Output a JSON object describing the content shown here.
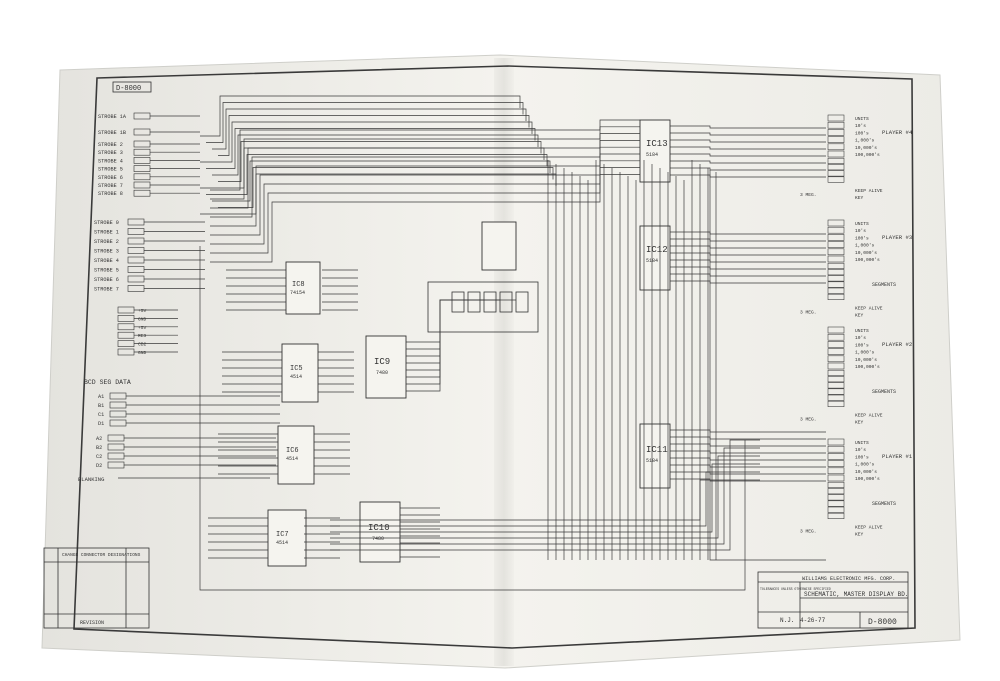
{
  "sheet": {
    "drawing_number_top": "D-8000",
    "drawing_number_bottom": "D-8000",
    "paper_color": "#f2f1ec",
    "ink_color": "#3a3a3a"
  },
  "left_inputs": {
    "strobes_a": [
      "STROBE 1A",
      "STROBE 1B",
      "STROBE 2",
      "STROBE 3",
      "STROBE 4",
      "STROBE 5",
      "STROBE 6",
      "STROBE 7",
      "STROBE 8"
    ],
    "strobes_b": [
      "STROBE 0",
      "STROBE 1",
      "STROBE 2",
      "STROBE 3",
      "STROBE 4",
      "STROBE 5",
      "STROBE 6",
      "STROBE 7"
    ],
    "signals": [
      "+5V",
      "GND",
      "+5V",
      "RES",
      "CB2",
      "GND"
    ],
    "bcd_label": "BCD SEG DATA",
    "bcd_a": [
      "A1",
      "B1",
      "C1",
      "D1"
    ],
    "bcd_b": [
      "A2",
      "B2",
      "C2",
      "D2"
    ],
    "blanking": "BLANKING"
  },
  "ics": {
    "ic8": {
      "name": "IC8",
      "part": "74154"
    },
    "ic5": {
      "name": "IC5",
      "part": "4514"
    },
    "ic6": {
      "name": "IC6",
      "part": "4514"
    },
    "ic7": {
      "name": "IC7",
      "part": "4514"
    },
    "ic9": {
      "name": "IC9",
      "part": "7480"
    },
    "ic10": {
      "name": "IC10",
      "part": "7480"
    },
    "ic11": {
      "name": "IC11",
      "part": "5184"
    },
    "ic12": {
      "name": "IC12",
      "part": "5184"
    },
    "ic13": {
      "name": "IC13",
      "part": "5184"
    }
  },
  "players": [
    {
      "label": "PLAYER #4",
      "digits": [
        "UNITS",
        "10's",
        "100's",
        "1,000's",
        "10,000's",
        "100,000's"
      ],
      "keep_alive": "KEEP ALIVE",
      "key": "KEY",
      "resistor": "3 MEG."
    },
    {
      "label": "PLAYER #3",
      "digits": [
        "UNITS",
        "10's",
        "100's",
        "1,000's",
        "10,000's",
        "100,000's"
      ],
      "segments": "SEGMENTS",
      "keep_alive": "KEEP ALIVE",
      "key": "KEY",
      "resistor": "3 MEG."
    },
    {
      "label": "PLAYER #2",
      "digits": [
        "UNITS",
        "10's",
        "100's",
        "1,000's",
        "10,000's",
        "100,000's"
      ],
      "segments": "SEGMENTS",
      "keep_alive": "KEEP ALIVE",
      "key": "KEY",
      "resistor": "3 MEG."
    },
    {
      "label": "PLAYER #1",
      "digits": [
        "UNITS",
        "10's",
        "100's",
        "1,000's",
        "10,000's",
        "100,000's"
      ],
      "segments": "SEGMENTS",
      "keep_alive": "KEEP ALIVE",
      "key": "KEY",
      "resistor": "3 MEG."
    }
  ],
  "title_block": {
    "company": "WILLIAMS ELECTRONIC MFG. CORP.",
    "title": "SCHEMATIC, MASTER DISPLAY BD.",
    "tolerance": "TOLERANCES UNLESS OTHERWISE SPECIFIED",
    "drawn_by": "N.J.",
    "date": "4-26-77"
  },
  "revision_block": {
    "header": "CHANGE CONNECTOR DESIGNATIONS",
    "footer": "REVISION"
  }
}
